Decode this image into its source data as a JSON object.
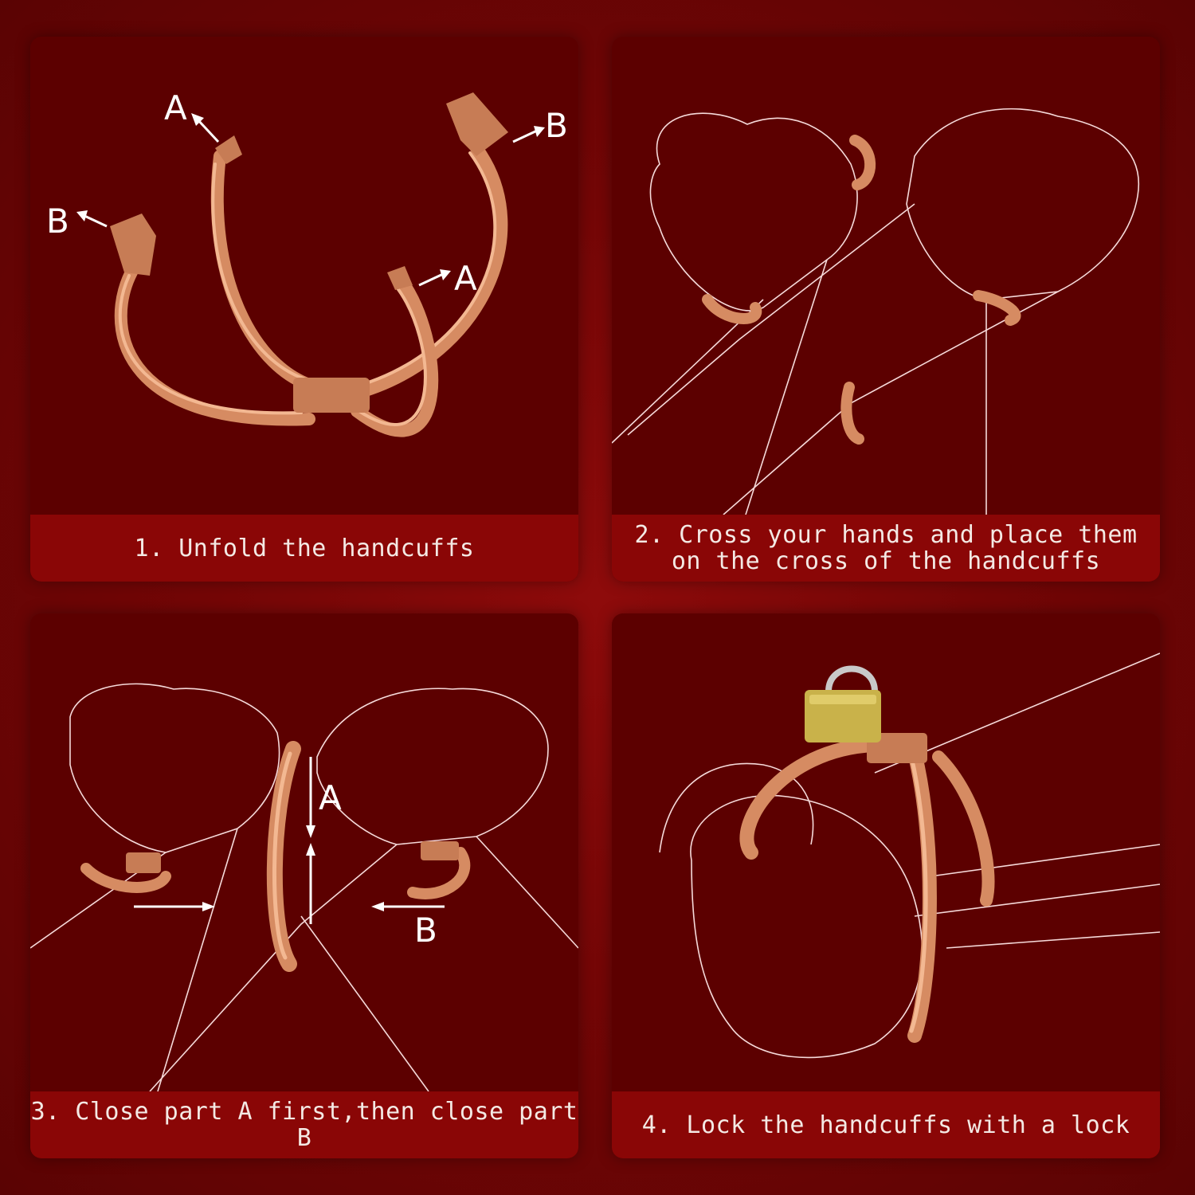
{
  "steps": [
    {
      "caption_lines": [
        "1. Unfold the handcuffs"
      ],
      "labels": [
        "A",
        "B",
        "B",
        "A"
      ]
    },
    {
      "caption_lines": [
        "2. Cross your hands and place them",
        "on the cross of the handcuffs"
      ]
    },
    {
      "caption_lines": [
        "3. Close part A first,then close part B"
      ],
      "labels": [
        "A",
        "B"
      ]
    },
    {
      "caption_lines": [
        "4. Lock the handcuffs with a lock"
      ]
    }
  ],
  "colors": {
    "background": "#740606",
    "panel": "#5c0000",
    "caption_bar": "#8a0606",
    "metal": "#d68b62",
    "lock": "#c9b24a"
  }
}
